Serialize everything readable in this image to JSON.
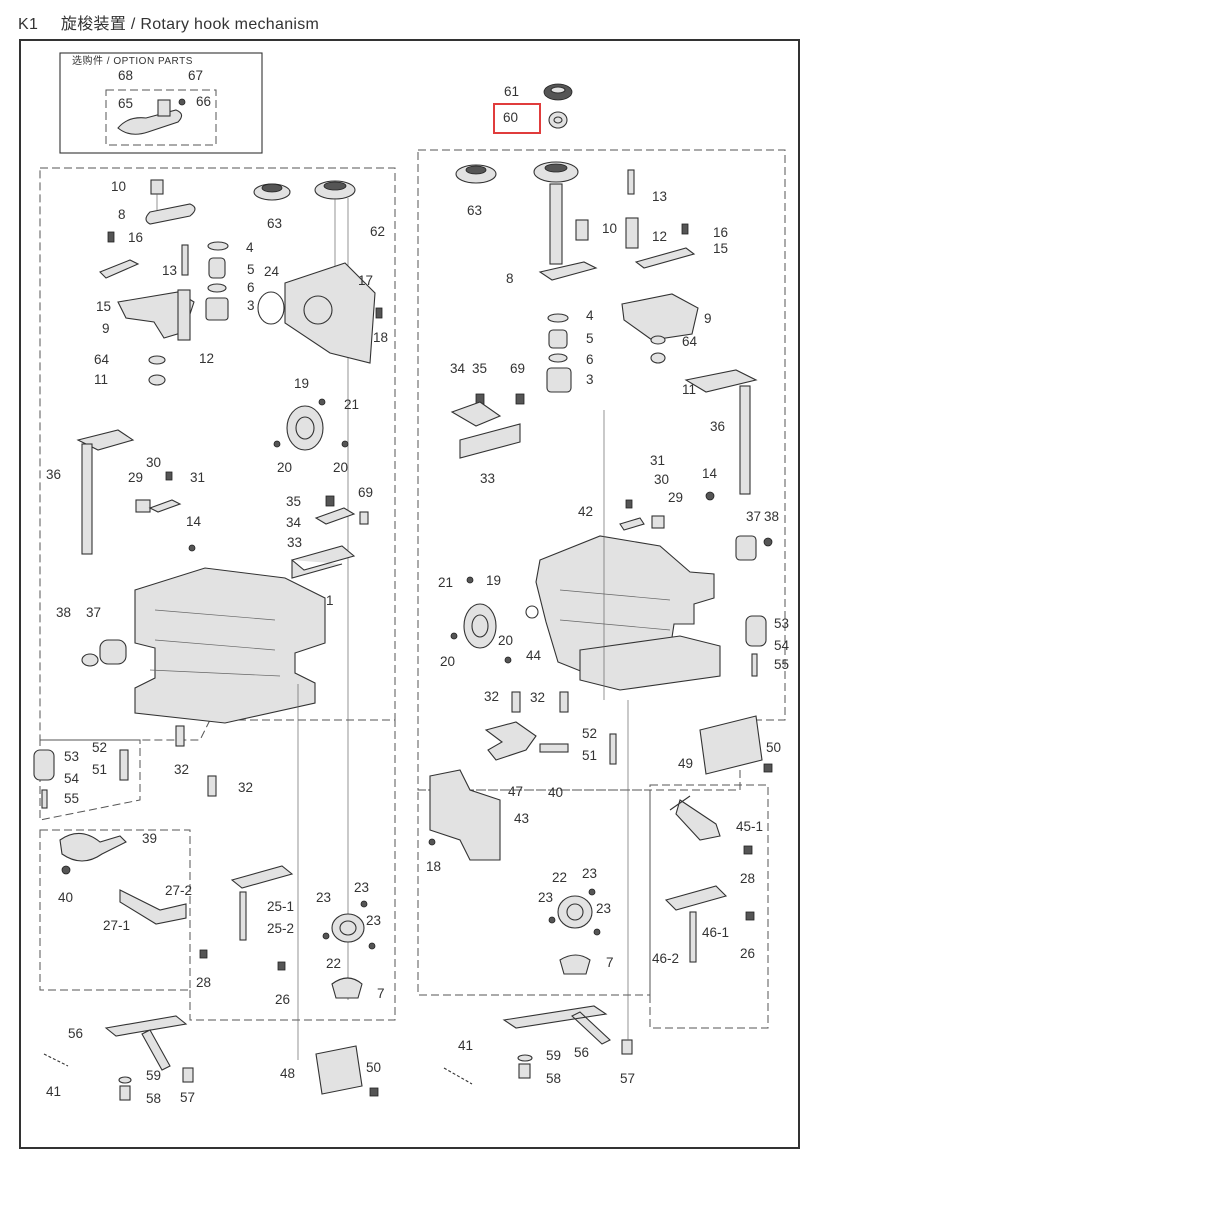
{
  "header": {
    "code": "K1",
    "title_cjk": "旋梭装置",
    "title_sep": "/",
    "title_en": "Rotary hook mechanism"
  },
  "option_box": {
    "title": "选购件 / OPTION PARTS",
    "labels": [
      "68",
      "67",
      "65",
      "66"
    ]
  },
  "highlight": {
    "label": "60",
    "color": "#e03c3c"
  },
  "callouts": [
    "61",
    "60",
    "10",
    "8",
    "16",
    "13",
    "4",
    "5",
    "6",
    "3",
    "24",
    "17",
    "15",
    "9",
    "12",
    "64",
    "11",
    "63",
    "62",
    "18",
    "19",
    "21",
    "20",
    "20",
    "36",
    "30",
    "29",
    "31",
    "14",
    "35",
    "69",
    "34",
    "33",
    "38",
    "37",
    "1",
    "53",
    "52",
    "51",
    "54",
    "55",
    "32",
    "32",
    "39",
    "40",
    "27-2",
    "27-1",
    "25-1",
    "25-2",
    "23",
    "23",
    "23",
    "22",
    "7",
    "28",
    "26",
    "56",
    "41",
    "59",
    "57",
    "58",
    "48",
    "50",
    "63",
    "13",
    "10",
    "12",
    "16",
    "15",
    "8",
    "4",
    "5",
    "6",
    "3",
    "9",
    "64",
    "11",
    "34",
    "35",
    "69",
    "33",
    "36",
    "31",
    "30",
    "14",
    "29",
    "42",
    "37",
    "38",
    "21",
    "19",
    "20",
    "20",
    "44",
    "53",
    "54",
    "55",
    "32",
    "32",
    "52",
    "51",
    "47",
    "40",
    "49",
    "50",
    "43",
    "18",
    "45-1",
    "28",
    "22",
    "23",
    "23",
    "23",
    "46-1",
    "46-2",
    "26",
    "7",
    "41",
    "59",
    "56",
    "57",
    "58"
  ]
}
